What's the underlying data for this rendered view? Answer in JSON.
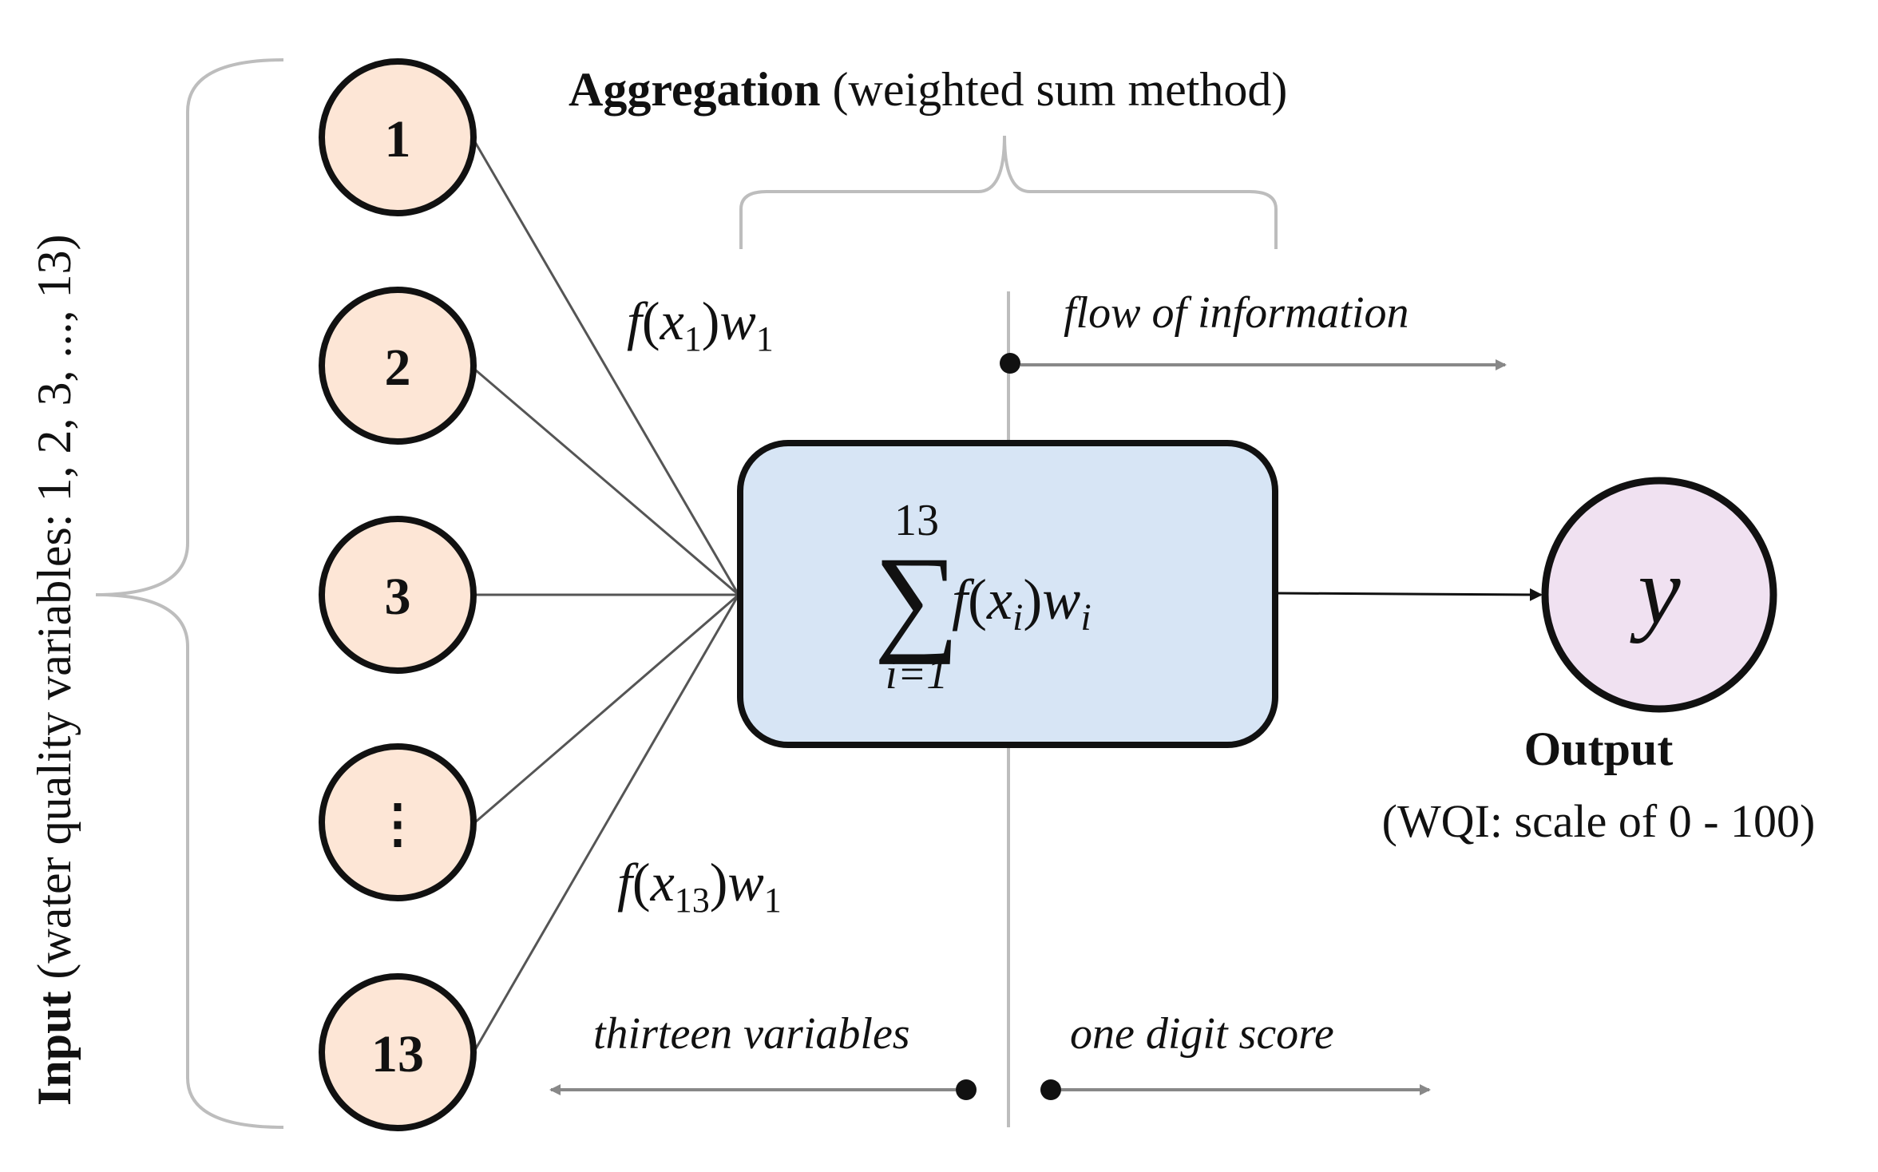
{
  "input_label": {
    "bold": "Input",
    "rest": " (water quality variables: 1, 2, 3, ..., 13)"
  },
  "aggregation_label": {
    "bold": "Aggregation",
    "rest": " (weighted sum method)"
  },
  "flow_label": "flow of information",
  "thirteen_label": "thirteen variables",
  "one_digit_label": "one digit score",
  "output_label": "Output",
  "output_scale": "(WQI: scale of 0 - 100)",
  "nodes": [
    {
      "label": "1"
    },
    {
      "label": "2"
    },
    {
      "label": "3"
    },
    {
      "label": "⋮"
    },
    {
      "label": "13"
    }
  ],
  "output_node": {
    "label": "y"
  },
  "weight_top": {
    "f": "f",
    "open": "(",
    "x": "x",
    "sub": "1",
    "close": ")",
    "w": "w",
    "wsub": "1"
  },
  "weight_bottom": {
    "f": "f",
    "open": "(",
    "x": "x",
    "sub": "13",
    "close": ")",
    "w": "w",
    "wsub": "1"
  },
  "sum_formula": {
    "upper": "13",
    "lower": "i=1",
    "body_f": "f",
    "body_x": "x",
    "body_i": "i",
    "body_w": "w",
    "body_wi": "i"
  },
  "colors": {
    "input_fill": "#fde6d6",
    "sum_fill": "#d7e5f5",
    "output_fill": "#f0e1f1",
    "line": "#555555",
    "guide": "#bdbdbd",
    "arrow": "#888888"
  }
}
